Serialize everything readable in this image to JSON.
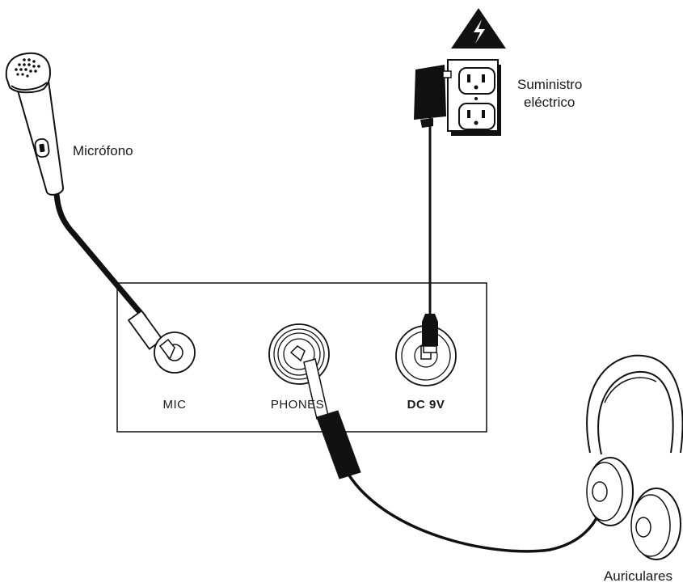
{
  "ports": {
    "mic": "MIC",
    "phones": "PHONES",
    "dc": "DC 9V"
  },
  "devices": {
    "microphone": "Micrófono",
    "power_line1": "Suministro",
    "power_line2": "eléctrico",
    "headphones": "Auriculares"
  },
  "icons": {
    "warning": "high-voltage-warning-icon",
    "outlet": "power-outlet-icon",
    "adapter": "power-adapter-icon",
    "microphone": "microphone-icon",
    "headphones": "headphones-icon"
  },
  "colors": {
    "line": "#111111",
    "background": "#ffffff"
  }
}
